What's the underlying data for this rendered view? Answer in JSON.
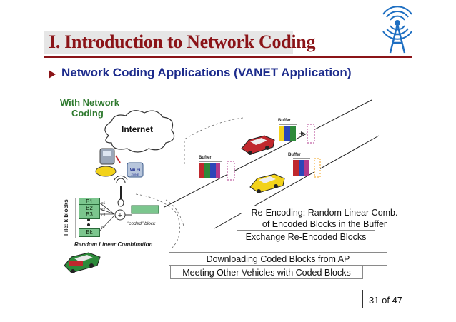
{
  "title": "I. Introduction to Network Coding",
  "subtitle": "Network Coding Applications (VANET Application)",
  "diagram": {
    "with_network_label": "With Network",
    "coding_label": "Coding",
    "internet_label": "Internet",
    "buffer_labels": [
      "Buffer",
      "Buffer",
      "Buffer"
    ],
    "file_label": "File: k blocks",
    "blocks": [
      "B1",
      "B2",
      "B3",
      "Bk"
    ],
    "coef_labels": [
      "c1",
      "c2",
      "c3",
      "ck"
    ],
    "plus_sign": "+",
    "coded_block_label": "\"coded\" block",
    "random_linear_label": "Random Linear Combination",
    "wifi_label": "Wi Fi",
    "wifi_sub": "ZONE"
  },
  "callouts": {
    "re_encoding_line1": "Re-Encoding: Random Linear Comb.",
    "re_encoding_line2": "of Encoded Blocks in the Buffer",
    "exchange": "Exchange Re-Encoded Blocks",
    "downloading": "Downloading Coded Blocks from AP",
    "meeting": "Meeting Other Vehicles with Coded Blocks"
  },
  "page": {
    "current": "31",
    "of_label": "of",
    "total": "47"
  },
  "colors": {
    "title": "#8b1418",
    "subtitle": "#1c2b8c",
    "green_label": "#2f7a2f",
    "car_red": "#c0282d",
    "car_yellow": "#f2d21a",
    "car_green": "#2d8a3a"
  }
}
